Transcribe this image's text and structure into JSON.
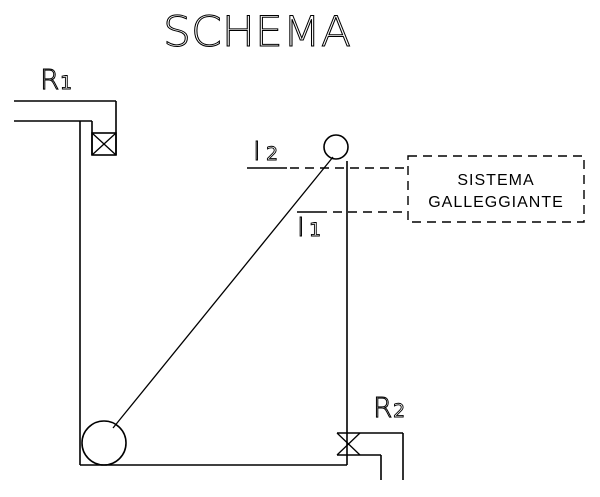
{
  "diagram": {
    "title": "SCHEMA",
    "labels": {
      "r1": {
        "letter": "R",
        "index": "1"
      },
      "r2": {
        "letter": "R",
        "index": "2"
      },
      "i1": {
        "letter": "I",
        "index": "1"
      },
      "i2": {
        "letter": "I",
        "index": "2"
      }
    },
    "float_system": {
      "line1": "SISTEMA",
      "line2": "GALLEGGIANTE"
    }
  },
  "colors": {
    "stroke": "#000000",
    "background": "#ffffff"
  }
}
